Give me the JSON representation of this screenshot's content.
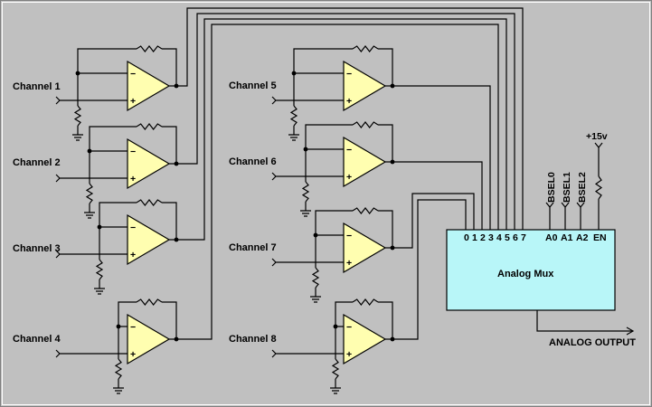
{
  "channels": [
    "Channel 1",
    "Channel 2",
    "Channel 3",
    "Channel 4",
    "Channel 5",
    "Channel 6",
    "Channel 7",
    "Channel 8"
  ],
  "mux": {
    "title": "Analog Mux",
    "inputs": [
      "0",
      "1",
      "2",
      "3",
      "4",
      "5",
      "6",
      "7"
    ],
    "address_pins": [
      "A0",
      "A1",
      "A2"
    ],
    "enable_pin": "EN",
    "bsel": [
      "BSEL0",
      "BSEL1",
      "BSEL2"
    ]
  },
  "supply": "+15v",
  "output_label": "ANALOG OUTPUT",
  "colors": {
    "background": "#c0c0c0",
    "opamp": "#fffeb0",
    "mux": "#b8f6f8"
  }
}
